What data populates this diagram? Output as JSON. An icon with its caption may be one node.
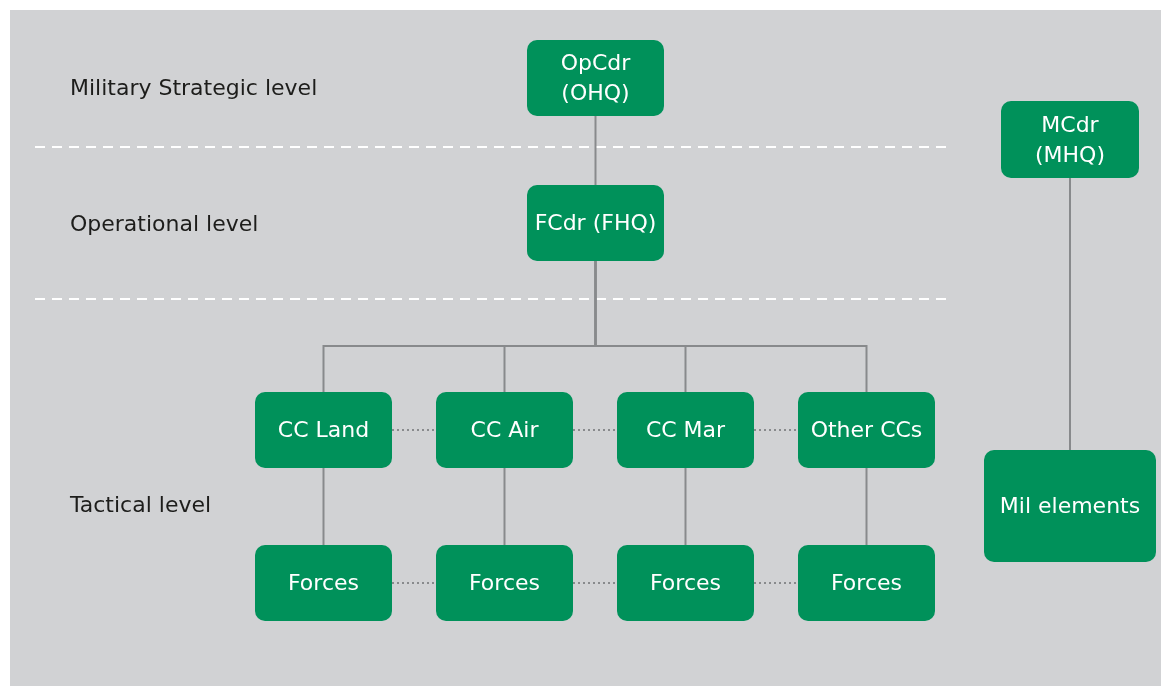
{
  "diagram": {
    "nodes": [
      {
        "text": [
          "OpCdr (OHQ)"
        ]
      },
      {
        "text": [
          "MCdr (MHQ)"
        ]
      },
      {
        "text": [
          "FCdr (FHQ)"
        ]
      },
      {
        "text": [
          "CC Land"
        ]
      },
      {
        "text": [
          "CC Air"
        ]
      },
      {
        "text": [
          "CC Mar"
        ]
      },
      {
        "text": [
          "Other CCs"
        ]
      },
      {
        "text": [
          "Mil elements"
        ]
      },
      {
        "text": [
          "Forces"
        ]
      },
      {
        "text": [
          "Forces"
        ]
      },
      {
        "text": [
          "Forces"
        ]
      },
      {
        "text": [
          "Forces"
        ]
      }
    ],
    "edges": [
      {
        "from": 0,
        "to": 2,
        "arrow": "none"
      },
      {
        "from": 2,
        "to": 3,
        "arrow": "none"
      },
      {
        "from": 2,
        "to": 4,
        "arrow": "none"
      },
      {
        "from": 2,
        "to": 5,
        "arrow": "none"
      },
      {
        "from": 2,
        "to": 6,
        "arrow": "none"
      },
      {
        "from": 1,
        "to": 7,
        "arrow": "none"
      },
      {
        "from": 3,
        "to": 4,
        "arrow": "none",
        "style": "dashed"
      },
      {
        "from": 4,
        "to": 5,
        "arrow": "none",
        "style": "dashed"
      },
      {
        "from": 5,
        "to": 6,
        "arrow": "none",
        "style": "dashed"
      },
      {
        "from": 3,
        "to": 8,
        "arrow": "none"
      },
      {
        "from": 4,
        "to": 9,
        "arrow": "none"
      },
      {
        "from": 5,
        "to": 10,
        "arrow": "none"
      },
      {
        "from": 6,
        "to": 11,
        "arrow": "none"
      },
      {
        "from": 8,
        "to": 9,
        "arrow": "none",
        "style": "dashed"
      },
      {
        "from": 9,
        "to": 10,
        "arrow": "none",
        "style": "dashed"
      },
      {
        "from": 10,
        "to": 11,
        "arrow": "none",
        "style": "dashed"
      }
    ],
    "labels": [
      "Military Strategic level",
      "Operational level",
      "Tactical level"
    ]
  }
}
